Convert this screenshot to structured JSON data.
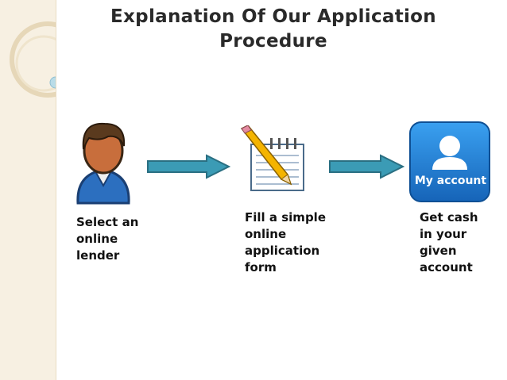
{
  "title": {
    "line1": "Explanation Of Our Application",
    "line2": "Procedure"
  },
  "steps": [
    {
      "lines": [
        "Select an",
        "online",
        "lender"
      ],
      "icon": "person-icon"
    },
    {
      "lines": [
        "Fill a simple",
        "online",
        "application",
        "form"
      ],
      "icon": "notepad-pencil-icon"
    },
    {
      "lines": [
        "Get cash",
        "in your",
        "given",
        "account"
      ],
      "icon": "my-account-icon"
    }
  ],
  "account_badge": {
    "label": "My account"
  },
  "colors": {
    "arrow_fill": "#3b9bb5",
    "arrow_stroke": "#2a6f82",
    "badge_blue": "#1f7fd6",
    "background_band": "#f7f0e2"
  }
}
